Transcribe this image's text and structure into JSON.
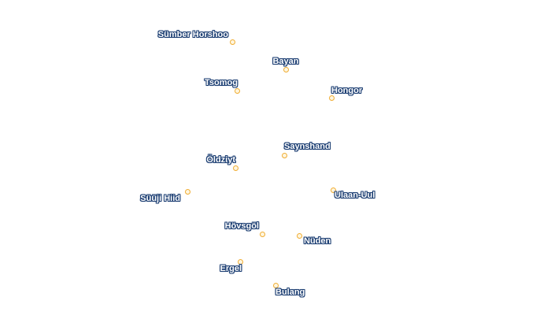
{
  "map": {
    "places": [
      {
        "id": "sumber-horshoo",
        "name": "Sümber Horshoo"
      },
      {
        "id": "bayan",
        "name": "Bayan"
      },
      {
        "id": "tsomog",
        "name": "Tsomog"
      },
      {
        "id": "hongor",
        "name": "Hongor"
      },
      {
        "id": "saynshand",
        "name": "Saynshand"
      },
      {
        "id": "oldziyt",
        "name": "Öldziyt"
      },
      {
        "id": "suuji-hiid",
        "name": "Süüji Hiid"
      },
      {
        "id": "ulaan-uul",
        "name": "Ulaan-Uul"
      },
      {
        "id": "hovsgol",
        "name": "Hövsgöl"
      },
      {
        "id": "nuden",
        "name": "Nüden"
      },
      {
        "id": "ergel",
        "name": "Ergel"
      },
      {
        "id": "bulang",
        "name": "Bulang"
      }
    ],
    "colors": {
      "marker_stroke": "#f0ad33",
      "marker_fill": "#fff6df",
      "label_text": "#ffffff",
      "label_halo": "#1d3f73"
    }
  }
}
